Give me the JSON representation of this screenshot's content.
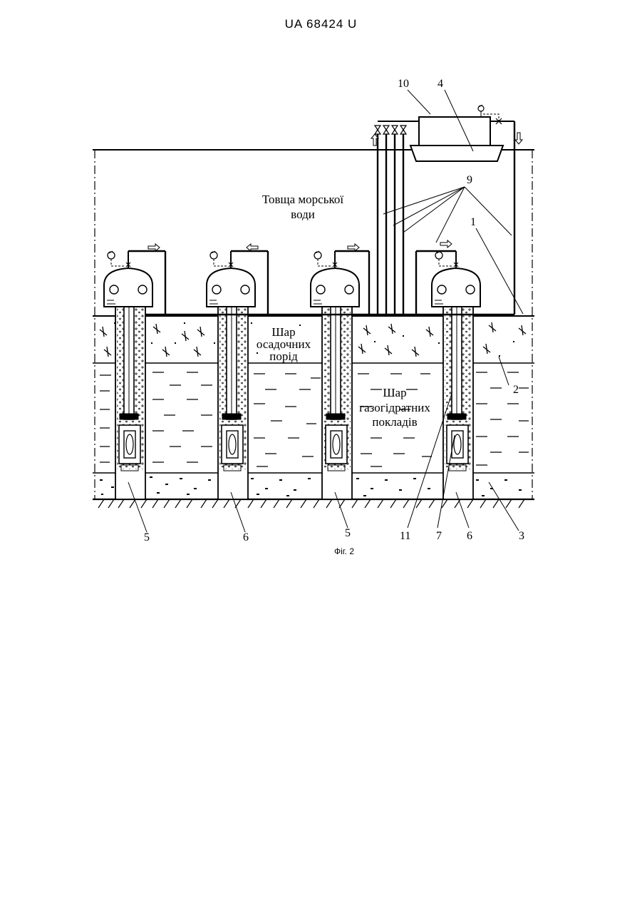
{
  "header": {
    "patent_number": "UA   68424   U"
  },
  "figure": {
    "caption": "Фіг. 2",
    "water_label_line1": "Товща морської",
    "water_label_line2": "води",
    "sediment_label_line1": "Шар",
    "sediment_label_line2": "осадочних",
    "sediment_label_line3": "порід",
    "hydrate_label_line1": "Шар",
    "hydrate_label_line2": "газогідратних",
    "hydrate_label_line3": "покладів",
    "callouts": {
      "n10": "10",
      "n4": "4",
      "n9": "9",
      "n1": "1",
      "n2": "2",
      "n3": "3",
      "n5a": "5",
      "n6a": "6",
      "n5b": "5",
      "n11": "11",
      "n7": "7",
      "n6b": "6"
    }
  }
}
